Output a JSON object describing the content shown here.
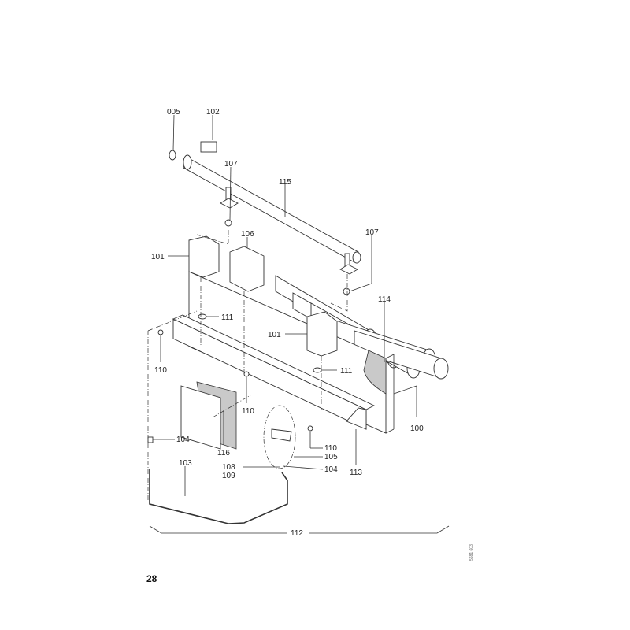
{
  "page_number": "28",
  "drawing_code": "5681 603",
  "labels": {
    "p005": "005",
    "p102": "102",
    "p107a": "107",
    "p115": "115",
    "p107b": "107",
    "p106": "106",
    "p101a": "101",
    "p114": "114",
    "p111a": "111",
    "p101b": "101",
    "p111b": "111",
    "p110a": "110",
    "p110b": "110",
    "p100": "100",
    "p104a": "104",
    "p116": "116",
    "p103": "103",
    "p108": "108",
    "p109": "109",
    "p110c": "110",
    "p105": "105",
    "p104b": "104",
    "p113": "113",
    "p112": "112"
  }
}
